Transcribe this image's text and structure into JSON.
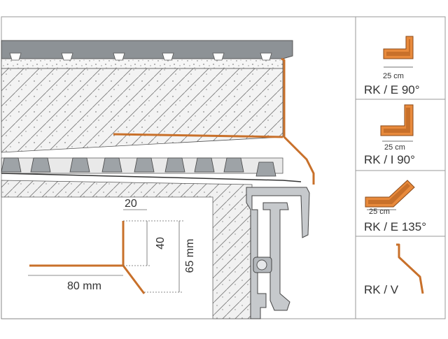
{
  "colors": {
    "profile_orange": "#c8702a",
    "profile_orange_light": "#e88a3c",
    "metal_grey": "#b8bcc0",
    "concrete_bg": "#f2f2f2",
    "screed_bg": "#f7f7f7",
    "frame_grey": "#9a9a9a",
    "tile_grey": "#8d9296"
  },
  "dimensions": {
    "d20": "20",
    "d40": "40",
    "d65": "65 mm",
    "d80": "80 mm"
  },
  "products": [
    {
      "label": "RK / E 90°",
      "size": "25 cm",
      "icon": "outer-corner-90-icon"
    },
    {
      "label": "RK / I 90°",
      "size": "25 cm",
      "icon": "inner-corner-90-icon"
    },
    {
      "label": "RK / E 135°",
      "size": "25 cm",
      "icon": "outer-corner-135-icon"
    },
    {
      "label": "RK / V",
      "size": "",
      "icon": "connector-profile-icon"
    }
  ]
}
